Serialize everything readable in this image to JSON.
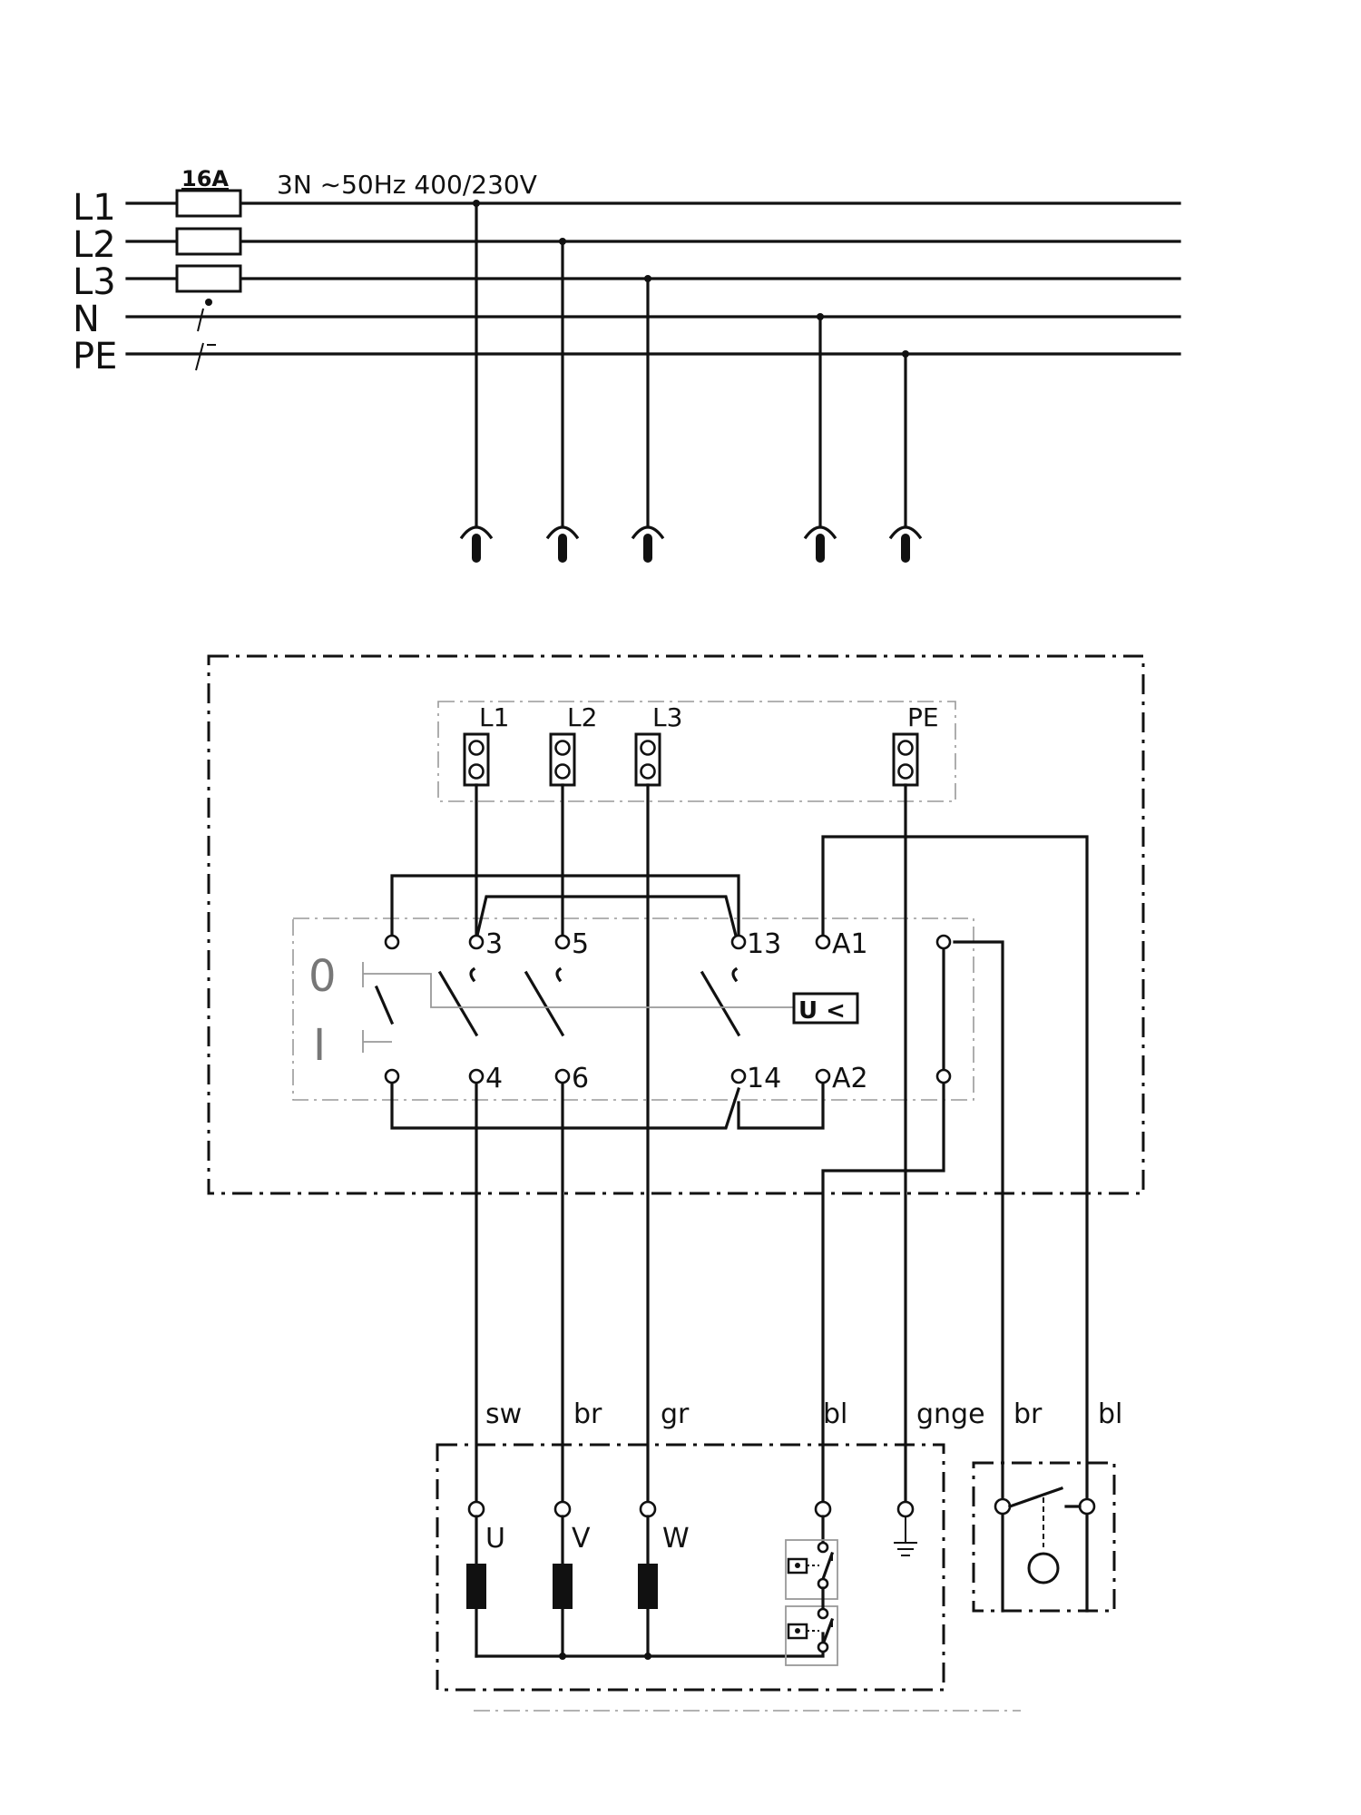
{
  "supply": {
    "fuse_rating": "16A",
    "spec": "3N ∼50Hz  400/230V",
    "buses": [
      "L1",
      "L2",
      "L3",
      "N",
      "PE"
    ]
  },
  "terminal_block": [
    "L1",
    "L2",
    "L3",
    "PE"
  ],
  "switch": {
    "positions": [
      "0",
      "I"
    ],
    "top_terminals": [
      "3",
      "5",
      "13",
      "A1"
    ],
    "bottom_terminals": [
      "4",
      "6",
      "14",
      "A2"
    ],
    "relay_label": "U <"
  },
  "cable_colors": [
    "sw",
    "br",
    "gr",
    "bl",
    "gnge",
    "br",
    "bl"
  ],
  "motor_terminals": [
    "U",
    "V",
    "W"
  ]
}
